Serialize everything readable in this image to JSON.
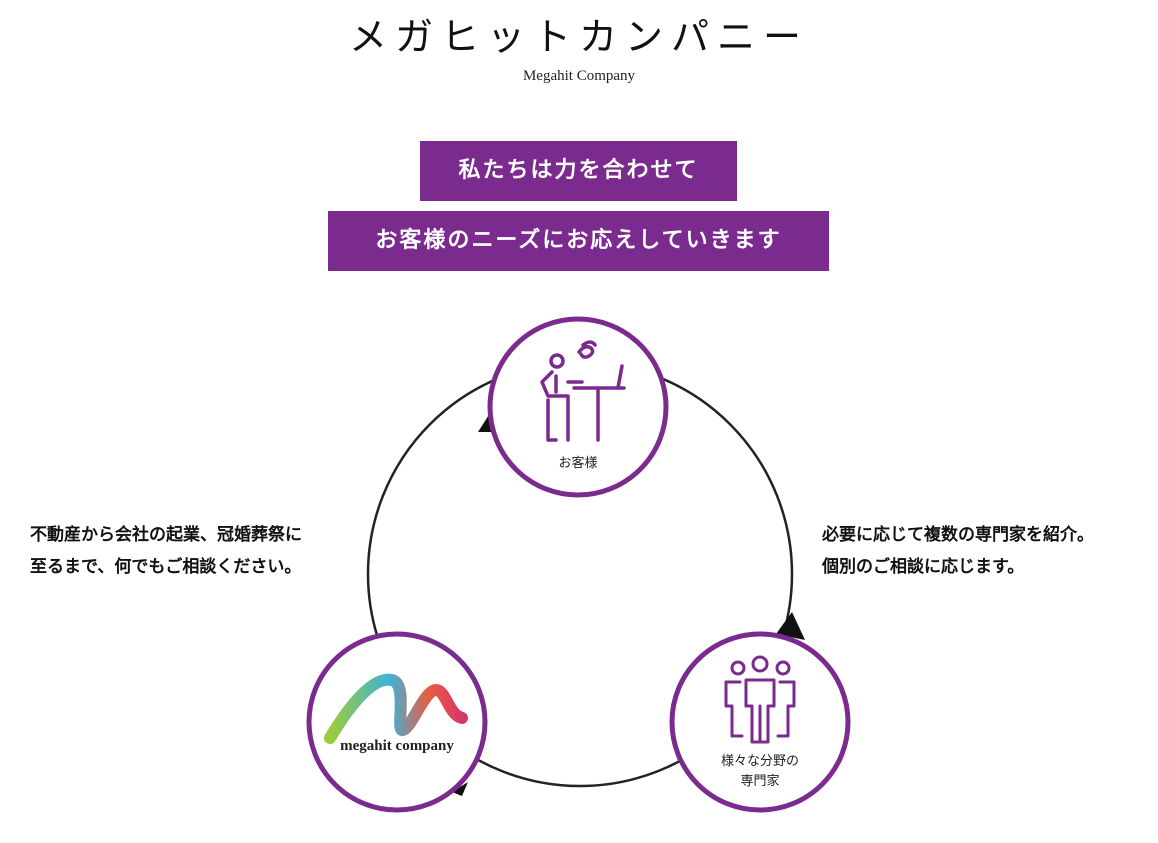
{
  "header": {
    "title": "メガヒットカンパニー",
    "subtitle": "Megahit Company"
  },
  "banners": {
    "line1": "私たちは力を合わせて",
    "line2": "お客様のニーズにお応えしていきます"
  },
  "nodes": {
    "customer": {
      "label": "お客様",
      "icon": "person-at-desk-icon"
    },
    "experts": {
      "label_line1": "様々な分野の",
      "label_line2": "専門家",
      "icon": "group-of-people-icon"
    },
    "company": {
      "logo_text": "megahit company",
      "icon": "megahit-logo"
    }
  },
  "texts": {
    "left_line1": "不動産から会社の起業、冠婚葬祭に",
    "left_line2": "至るまで、何でもご相談ください。",
    "right_line1": "必要に応じて複数の専門家を紹介。",
    "right_line2": "個別のご相談に応じます。"
  },
  "colors": {
    "accent": "#7b2a8e",
    "ring": "#222222",
    "background": "#ffffff"
  }
}
